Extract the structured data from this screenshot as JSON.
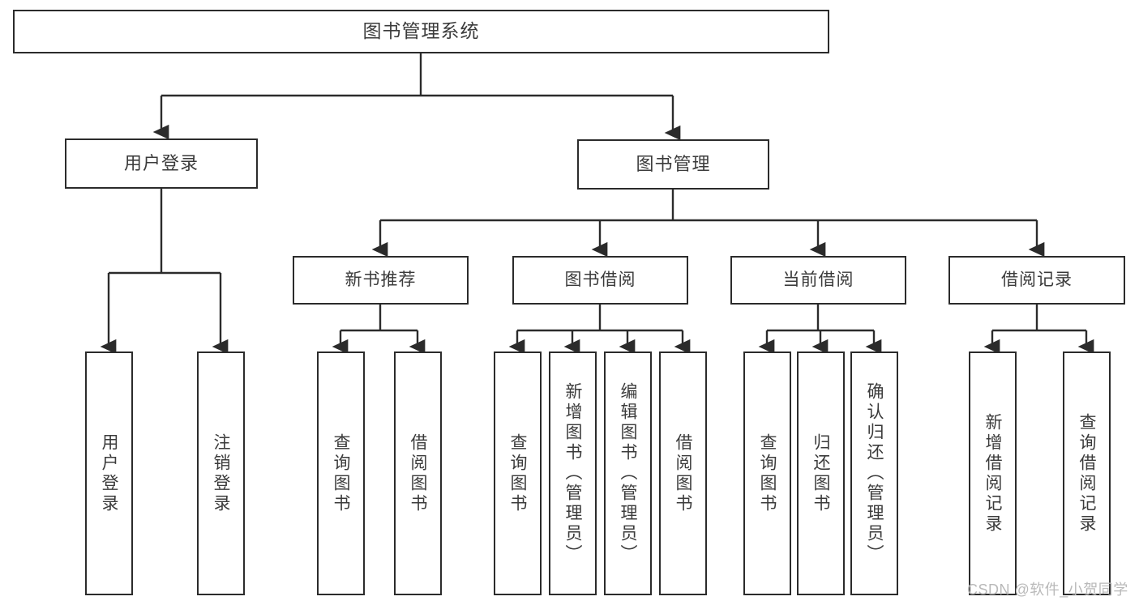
{
  "diagram": {
    "title": "图书管理系统",
    "type": "tree-hierarchy-chart",
    "stroke_color": "#2b2b2b",
    "text_color": "#3b3b3b",
    "background_color": "#ffffff"
  },
  "nodes": {
    "root": {
      "label": "图书管理系统"
    },
    "level1": [
      {
        "label": "用户登录"
      },
      {
        "label": "图书管理"
      }
    ],
    "level2": [
      {
        "label": "新书推荐"
      },
      {
        "label": "图书借阅"
      },
      {
        "label": "当前借阅"
      },
      {
        "label": "借阅记录"
      }
    ],
    "leaves": {
      "user_login": [
        {
          "label": "用户登录"
        },
        {
          "label": "注销登录"
        }
      ],
      "new_book": [
        {
          "label": "查询图书"
        },
        {
          "label": "借阅图书"
        }
      ],
      "book_borrow": [
        {
          "label": "查询图书"
        },
        {
          "label": "新增图书（管理员）"
        },
        {
          "label": "编辑图书（管理员）"
        },
        {
          "label": "借阅图书"
        }
      ],
      "current_borrow": [
        {
          "label": "查询图书"
        },
        {
          "label": "归还图书"
        },
        {
          "label": "确认归还（管理员）"
        }
      ],
      "borrow_record": [
        {
          "label": "新增借阅记录"
        },
        {
          "label": "查询借阅记录"
        }
      ]
    }
  },
  "watermark": {
    "text": "CSDN @软件_小贺同学"
  }
}
